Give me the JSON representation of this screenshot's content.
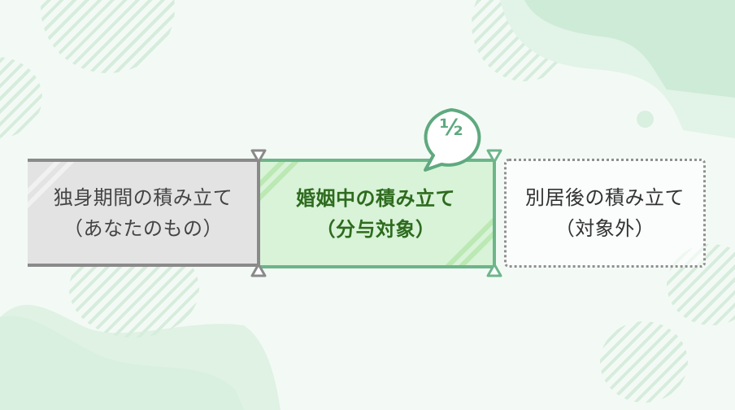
{
  "diagram": {
    "segments": [
      {
        "id": "single",
        "line1": "独身期間の積み立て",
        "line2": "（あなたのもの）",
        "fill": "#e3e3e3",
        "border": "#8a8a8a",
        "text_color": "#444444"
      },
      {
        "id": "marriage",
        "line1": "婚姻中の積み立て",
        "line2": "（分与対象）",
        "fill": "#d8f3d8",
        "border": "#6db58a",
        "text_color": "#2e6b1e"
      },
      {
        "id": "after",
        "line1": "別居後の積み立て",
        "line2": "（対象外）",
        "fill": "#ffffff",
        "border": "#8f8f8f",
        "text_color": "#333333"
      }
    ],
    "callout": {
      "label": "½",
      "numerator": "1",
      "denominator": "2",
      "color": "#5fa97f"
    }
  },
  "colors": {
    "background": "#f3faf5",
    "accent": "#6db58a",
    "blob": "#cdebd6"
  }
}
